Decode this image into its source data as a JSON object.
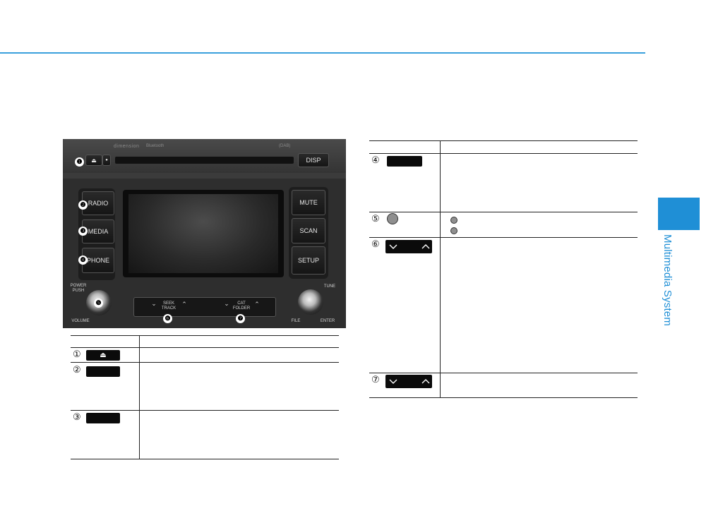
{
  "side_tab": {
    "label": "Multimedia System",
    "color": "#1f8fd6"
  },
  "head_unit": {
    "brand": "dimension",
    "bluetooth": "Bluetooth",
    "badge": "(DAB)",
    "buttons": {
      "disp": "DISP",
      "radio": "RADIO",
      "media": "MEDIA",
      "phone": "PHONE",
      "mute": "MUTE",
      "scan": "SCAN",
      "setup": "SETUP"
    },
    "labels": {
      "power": "POWER",
      "push": "PUSH",
      "volume": "VOLUME",
      "tune": "TUNE",
      "file": "FILE",
      "enter": "ENTER",
      "seek": "SEEK",
      "track": "TRACK",
      "cat": "CAT",
      "folder": "FOLDER"
    },
    "callouts": [
      "❶",
      "❷",
      "❸",
      "❹",
      "❺",
      "❻",
      "❼"
    ]
  },
  "left_table": {
    "rows": [
      {
        "num": "①",
        "icon": "eject-icon"
      },
      {
        "num": "②",
        "icon": "radio-key"
      },
      {
        "num": "③",
        "icon": "media-key"
      }
    ]
  },
  "right_table": {
    "rows": [
      {
        "num": "④",
        "icon": "phone-key"
      },
      {
        "num": "⑤",
        "icon": "power-knob-icon"
      },
      {
        "num": "⑥",
        "icon": "seek-track-key"
      },
      {
        "num": "⑦",
        "icon": "cat-folder-key"
      }
    ]
  }
}
